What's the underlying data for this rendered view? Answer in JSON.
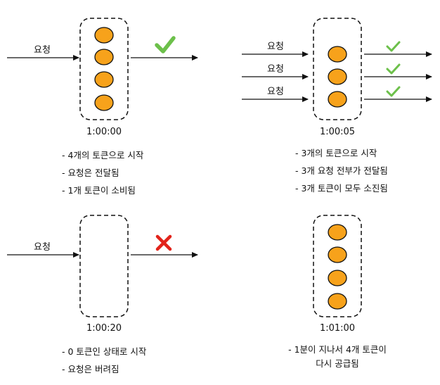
{
  "request_label": "요청",
  "panels": {
    "p1": {
      "time": "1:00:00",
      "notes": [
        "- 4개의 토큰으로 시작",
        "- 요청은 전달됨",
        "- 1개 토큰이 소비됨"
      ]
    },
    "p2": {
      "time": "1:00:05",
      "notes": [
        "- 3개의 토큰으로 시작",
        "- 3개 요청 전부가 전달됨",
        "- 3개 토큰이 모두 소진됨"
      ]
    },
    "p3": {
      "time": "1:00:20",
      "notes": [
        "- 0 토큰인 상태로 시작",
        "- 요청은 버려짐"
      ]
    },
    "p4": {
      "time": "1:01:00",
      "notes": [
        "- 1분이 지나서 4개 토큰이",
        "다시 공급됨"
      ]
    }
  },
  "colors": {
    "token_fill": "#f7a21b",
    "accepted": "#6cc04a",
    "rejected": "#e2231a"
  }
}
